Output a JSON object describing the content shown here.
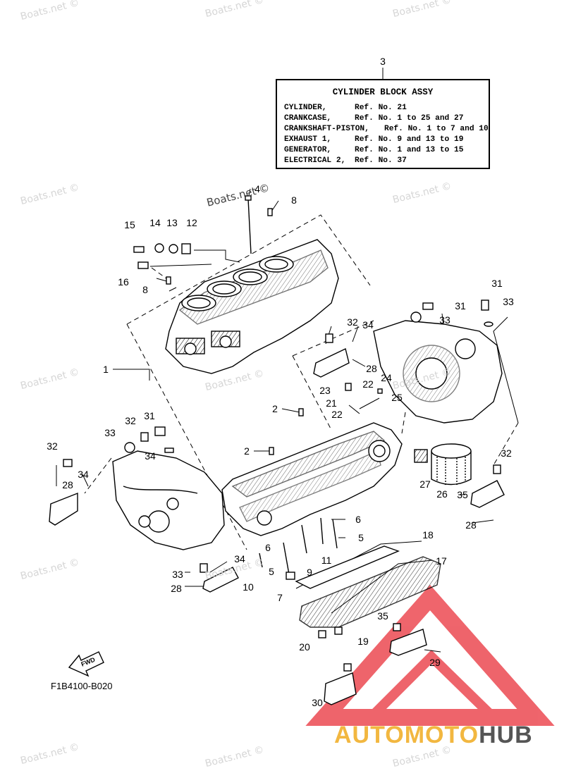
{
  "watermark_text": "Boats.net ©",
  "info_box": {
    "callout": "3",
    "title": "CYLINDER BLOCK ASSY",
    "rows": [
      {
        "part": "CYLINDER,",
        "ref": "Ref. No. 21"
      },
      {
        "part": "CRANKCASE,",
        "ref": "Ref. No. 1 to 25 and 27"
      },
      {
        "part": "CRANKSHAFT-PISTON,",
        "ref": "Ref. No. 1 to 7 and 10"
      },
      {
        "part": "EXHAUST 1,",
        "ref": "Ref. No. 9 and 13 to 19"
      },
      {
        "part": "GENERATOR,",
        "ref": "Ref. No. 1 and 13 to 15"
      },
      {
        "part": "ELECTRICAL 2,",
        "ref": "Ref. No. 37"
      }
    ]
  },
  "callouts": [
    "1",
    "2",
    "2",
    "4",
    "5",
    "5",
    "6",
    "6",
    "7",
    "8",
    "8",
    "9",
    "10",
    "11",
    "12",
    "13",
    "14",
    "15",
    "16",
    "17",
    "18",
    "19",
    "20",
    "21",
    "22",
    "22",
    "23",
    "24",
    "25",
    "26",
    "27",
    "28",
    "28",
    "28",
    "28",
    "29",
    "30",
    "31",
    "31",
    "31",
    "32",
    "32",
    "32",
    "32",
    "33",
    "33",
    "33",
    "33",
    "34",
    "34",
    "34",
    "34",
    "35",
    "35"
  ],
  "fwd_label": "FWD",
  "diagram_code": "F1B4100-B020",
  "brand": {
    "part1": "AUTOMOTO",
    "part2": "HUB",
    "logo_color": "#e8323c",
    "accent_color": "#f2b740"
  }
}
